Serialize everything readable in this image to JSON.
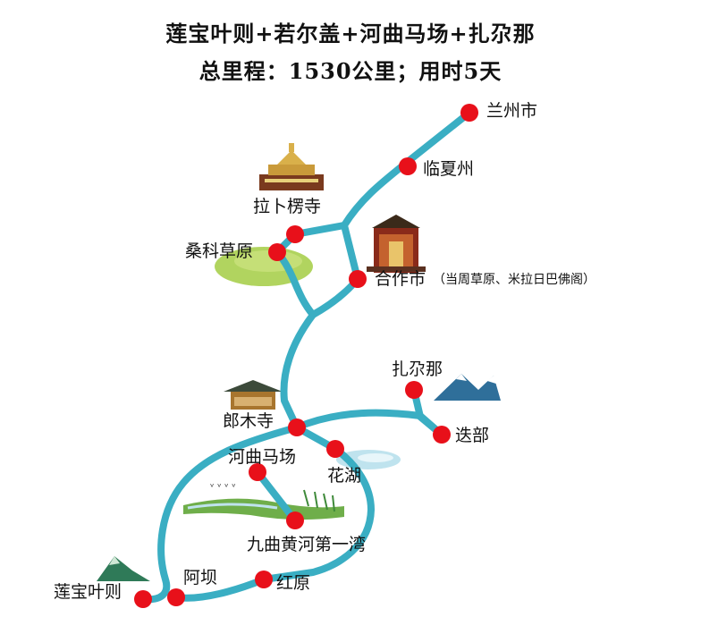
{
  "title": {
    "line1": "莲宝叶则+若尔盖+河曲马场+扎尕那",
    "line2": "总里程：1530公里；用时5天"
  },
  "places": {
    "lanzhou": "兰州市",
    "linxia": "临夏州",
    "labuleng": "拉卜楞寺",
    "sangke": "桑科草原",
    "hezuo": "合作市",
    "hezuo_note": "（当周草原、米拉日巴佛阁）",
    "zhagana": "扎尕那",
    "diebu": "迭部",
    "langmu": "郎木寺",
    "hequ": "河曲马场",
    "huahu": "花湖",
    "jiuqu": "九曲黄河第一湾",
    "hongyuan": "红原",
    "aba": "阿坝",
    "lianbao": "莲宝叶则"
  },
  "colors": {
    "route": "#3aaec3",
    "stop": "#e8101a",
    "grass": "#a9cf4e",
    "lake": "#bfe3ee",
    "mountain": "#2f6f9a"
  }
}
